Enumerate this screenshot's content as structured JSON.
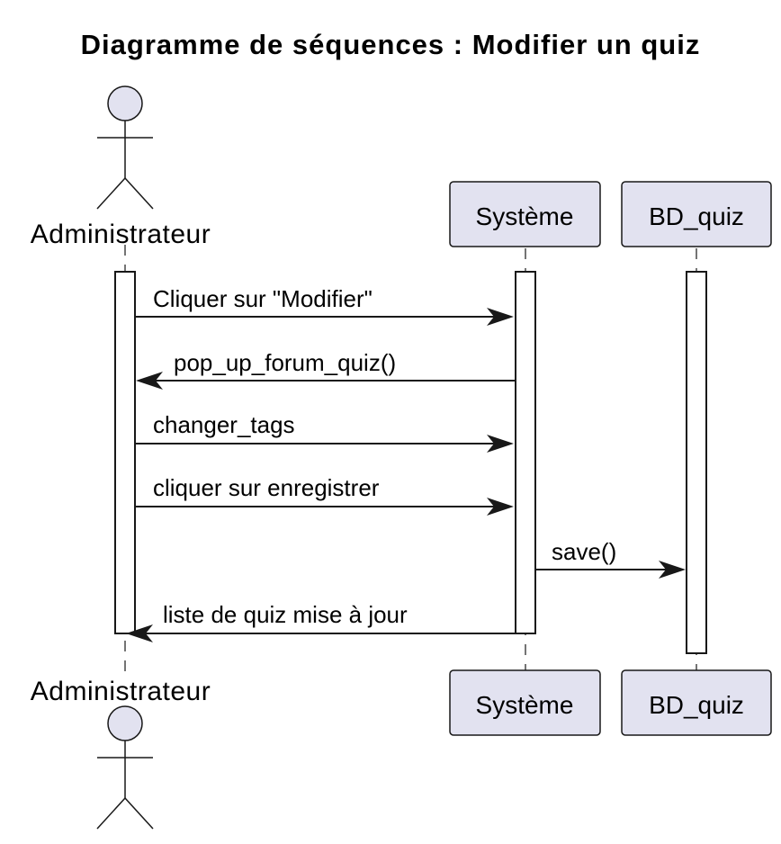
{
  "title": "Diagramme de séquences : Modifier un quiz",
  "participants": {
    "admin": "Administrateur",
    "systeme": "Système",
    "bd": "BD_quiz"
  },
  "messages": [
    {
      "label": "Cliquer sur \"Modifier\"",
      "from": "Administrateur",
      "to": "Système"
    },
    {
      "label": "pop_up_forum_quiz()",
      "from": "Système",
      "to": "Administrateur"
    },
    {
      "label": "changer_tags",
      "from": "Administrateur",
      "to": "Système"
    },
    {
      "label": "cliquer sur enregistrer",
      "from": "Administrateur",
      "to": "Système"
    },
    {
      "label": "save()",
      "from": "Système",
      "to": "BD_quiz"
    },
    {
      "label": "liste de quiz mise à jour",
      "from": "Système",
      "to": "Administrateur"
    }
  ],
  "colors": {
    "participant_fill": "#E2E2F0",
    "line": "#181818"
  }
}
